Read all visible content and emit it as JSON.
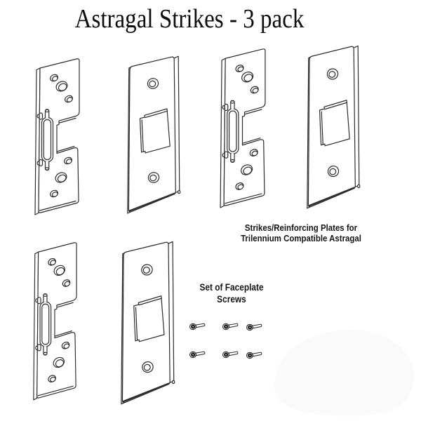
{
  "title": "Astragal Strikes - 3 pack",
  "captions": {
    "plates_line1": "Strikes/Reinforcing Plates for",
    "plates_line2": "Trilennium Compatible Astragal",
    "screws_line1": "Set of Faceplate",
    "screws_line2": "Screws"
  },
  "items": {
    "strike_plate_count": 3,
    "faceplate_count": 3,
    "screw_count": 6
  },
  "colors": {
    "background": "#ffffff",
    "line_art": "#2e2e2e",
    "text": "#151515",
    "shadow_blob": "#fafafa"
  }
}
